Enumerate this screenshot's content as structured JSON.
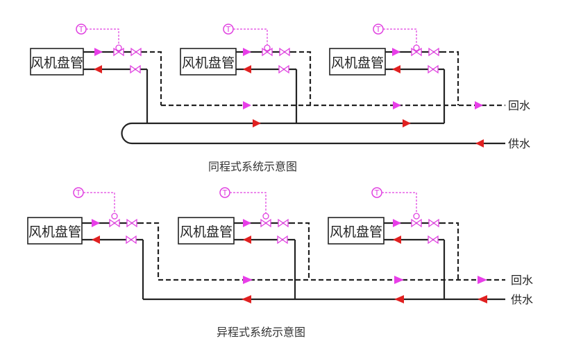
{
  "colors": {
    "return_arrow": "#e83ee8",
    "supply_arrow": "#e02020",
    "pipe": "#222222",
    "sensor": "#e040e0",
    "background": "#ffffff"
  },
  "diagrams": [
    {
      "caption": "同程式系统示意图",
      "return_label": "回水",
      "supply_label": "供水",
      "units": [
        {
          "label": "风机盘管",
          "sensor_label": "T"
        },
        {
          "label": "风机盘管",
          "sensor_label": "T"
        },
        {
          "label": "风机盘管",
          "sensor_label": "T"
        }
      ]
    },
    {
      "caption": "异程式系统示意图",
      "return_label": "回水",
      "supply_label": "供水",
      "units": [
        {
          "label": "风机盘管",
          "sensor_label": "T"
        },
        {
          "label": "风机盘管",
          "sensor_label": "T"
        },
        {
          "label": "风机盘管",
          "sensor_label": "T"
        }
      ]
    }
  ]
}
